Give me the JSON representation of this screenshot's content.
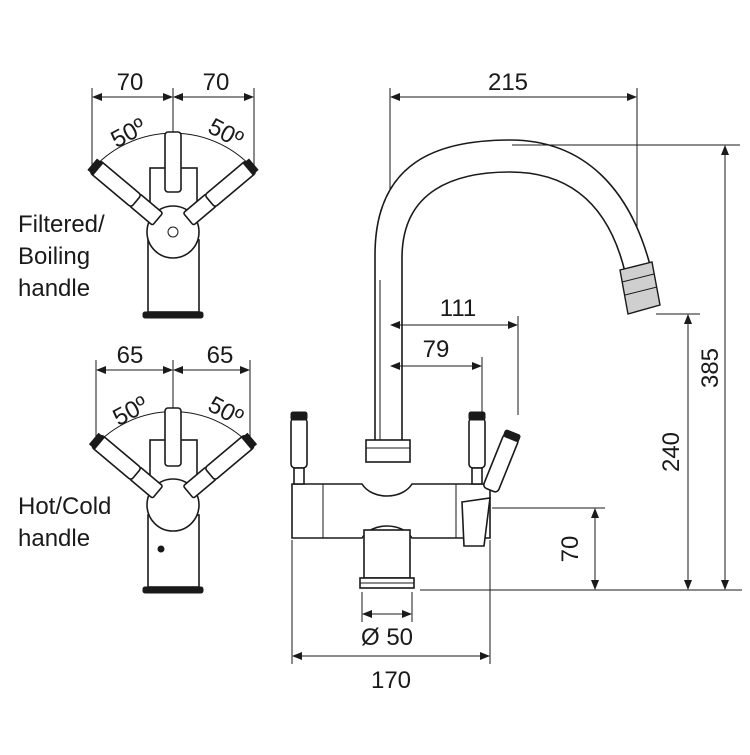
{
  "filtered_view": {
    "dim_left": "70",
    "dim_right": "70",
    "angle_left": "50º",
    "angle_right": "50º",
    "caption": [
      "Filtered/",
      "Boiling",
      "handle"
    ]
  },
  "hotcold_view": {
    "dim_left": "65",
    "dim_right": "65",
    "angle_left": "50º",
    "angle_right": "50º",
    "caption": [
      "Hot/Cold",
      "handle"
    ]
  },
  "side_view": {
    "dim_reach": "215",
    "dim_111": "111",
    "dim_79": "79",
    "dim_total_height": "385",
    "dim_spout_height": "240",
    "dim_body_height": "70",
    "dim_diameter": "Ø 50",
    "dim_width": "170"
  }
}
